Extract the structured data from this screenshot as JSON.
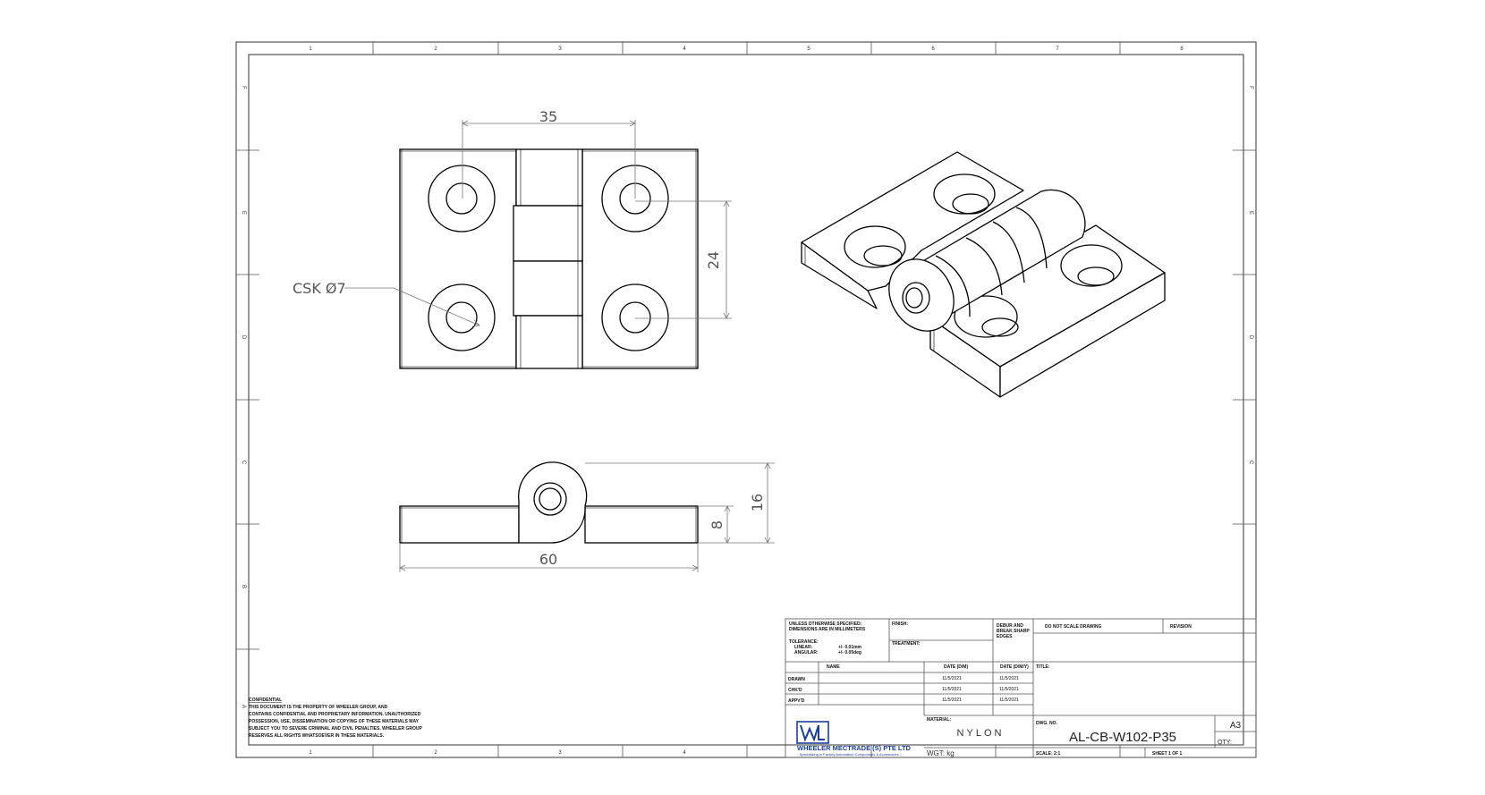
{
  "sheet": {
    "col_numbers": [
      "1",
      "2",
      "3",
      "4",
      "5",
      "6",
      "7",
      "8"
    ],
    "row_letters": [
      "A",
      "B",
      "C",
      "D",
      "E",
      "F"
    ]
  },
  "dimensions": {
    "hole_spacing_h": "35",
    "hole_spacing_v": "24",
    "csk_note": "CSK Ø7",
    "knuckle_height": "16",
    "leaf_thickness": "8",
    "overall_width": "60"
  },
  "confidential": {
    "heading": "CONFIDENTIAL",
    "lines": [
      "THIS DOCUMENT IS THE PROPERTY OF WHEELER GROUP, AND",
      "CONTAINS CONFIDENTIAL AND PROPRIETARY INFORMATION. UNAUTHORIZED",
      "POSSESSION, USE, DISSEMINATION OR COPYING OF THESE MATERIALS MAY",
      "SUBJECT YOU TO SEVERE CRIMINAL AND CIVIL PENALTIES. WHEELER GROUP",
      "RESERVES ALL RIGHTS WHATSOEVER IN THESE MATERIALS."
    ]
  },
  "title_block": {
    "unless_1": "UNLESS OTHERWISE SPECIFIED:",
    "unless_2": "DIMENSIONS ARE IN MILLIMETERS",
    "tolerance": "TOLERANCE:",
    "linear_label": "LINEAR:",
    "linear_value": "+/- 0.01mm",
    "angular_label": "ANGULAR:",
    "angular_value": "+/- 0.05deg",
    "finish": "FINISH:",
    "treatment": "TREATMENT:",
    "deburr_1": "DEBUR AND",
    "deburr_2": "BREAK SHARP",
    "deburr_3": "EDGES",
    "do_not_scale": "DO NOT SCALE DRAWING",
    "revision": "REVISION",
    "name_header": "NAME",
    "date_header": "DATE (D/M)",
    "date_header_2": "DATE (D/M/Y)",
    "title_label": "TITLE:",
    "rows": [
      {
        "label": "DRAWN",
        "date1": "11/5/2021",
        "date2": "11/5/2021"
      },
      {
        "label": "CHK'D",
        "date1": "11/5/2021",
        "date2": "11/5/2021"
      },
      {
        "label": "APPV'D",
        "date1": "11/5/2021",
        "date2": "11/5/2021"
      }
    ],
    "material_label": "MATERIAL:",
    "material_value": "NYLON",
    "weight_label": "WGT: kg",
    "dwg_no_label": "DWG. NO.",
    "dwg_no": "AL-CB-W102-P35",
    "sheet_size": "A3",
    "qty_label": "QTY:",
    "scale_label": "SCALE: 2:1",
    "sheet_label": "SHEET 1 OF 1",
    "company_name": "WHEELER MECTRADE (S) PTE LTD",
    "company_tagline": "- Specializing in Factory Automation Components & Accessories -"
  }
}
